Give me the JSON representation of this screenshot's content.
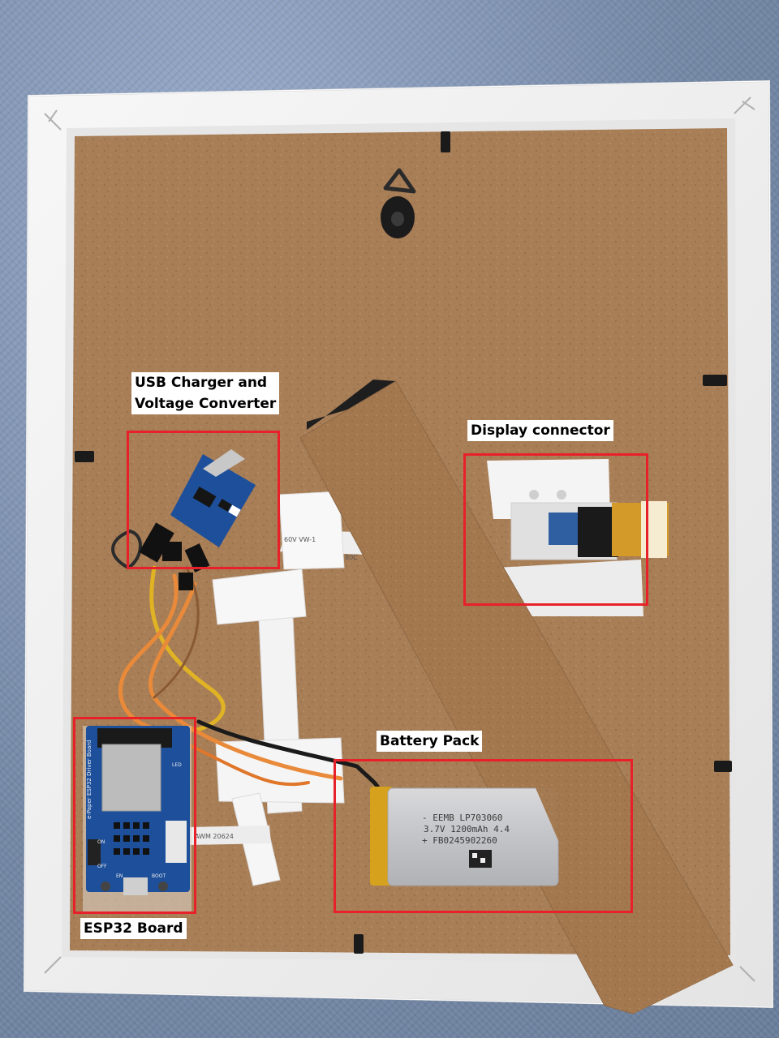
{
  "labels": {
    "usb_charger_line1": "USB Charger and",
    "usb_charger_line2": "Voltage Converter",
    "display_connector": "Display connector",
    "battery_pack": "Battery Pack",
    "esp32_board": "ESP32 Board"
  },
  "board_text": {
    "esp32_board_title": "e-Paper ESP32 Driver Board",
    "esp32_button_en": "EN",
    "esp32_button_boot": "BOOT",
    "esp32_switch_on": "ON",
    "esp32_switch_off": "OFF",
    "esp32_led": "LED"
  },
  "battery_text": {
    "line1": "- EEMB LP703060",
    "line2": "3.7V 1200mAh 4.4",
    "line3": "+ FB0245902260"
  },
  "ribbon_text": {
    "awm_1": "AWM 20624",
    "awm_2": "60V VW-1",
    "awm_3": "80C"
  },
  "colors": {
    "highlight_red": "#e8202a",
    "backboard": "#a87e57",
    "frame_white": "#f2f2f2",
    "fabric_blue": "#7f94b0",
    "pcb_blue": "#1d4f9a"
  }
}
